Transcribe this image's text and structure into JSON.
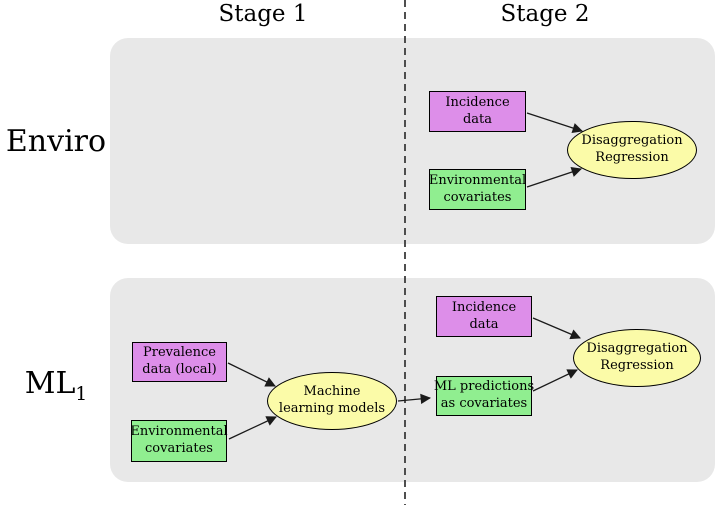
{
  "colors": {
    "panel": "#e8e8e8",
    "data_node": "#dd8ee9",
    "covariate_node": "#90ee90",
    "model_node": "#fbfba8",
    "node_border": "#000000",
    "line": "#1a1a1a",
    "dashed_line": "#3c3c3c",
    "text": "#000000"
  },
  "headers": {
    "stage1": "Stage 1",
    "stage2": "Stage 2"
  },
  "rows": {
    "enviro": {
      "label": "Enviro",
      "nodes": {
        "incidence": {
          "line1": "Incidence",
          "line2": "data"
        },
        "env_covariates": {
          "line1": "Environmental",
          "line2": "covariates"
        },
        "disaggregation": {
          "line1": "Disaggregation",
          "line2": "Regression"
        }
      }
    },
    "ml1": {
      "label": "ML",
      "label_subscript": "1",
      "nodes": {
        "prevalence": {
          "line1": "Prevalence",
          "line2": "data (local)"
        },
        "env_covariates": {
          "line1": "Environmental",
          "line2": "covariates"
        },
        "ml_models": {
          "line1": "Machine",
          "line2": "learning models"
        },
        "ml_predictions": {
          "line1": "ML predictions",
          "line2": "as covariates"
        },
        "incidence": {
          "line1": "Incidence",
          "line2": "data"
        },
        "disaggregation": {
          "line1": "Disaggregation",
          "line2": "Regression"
        }
      }
    }
  }
}
